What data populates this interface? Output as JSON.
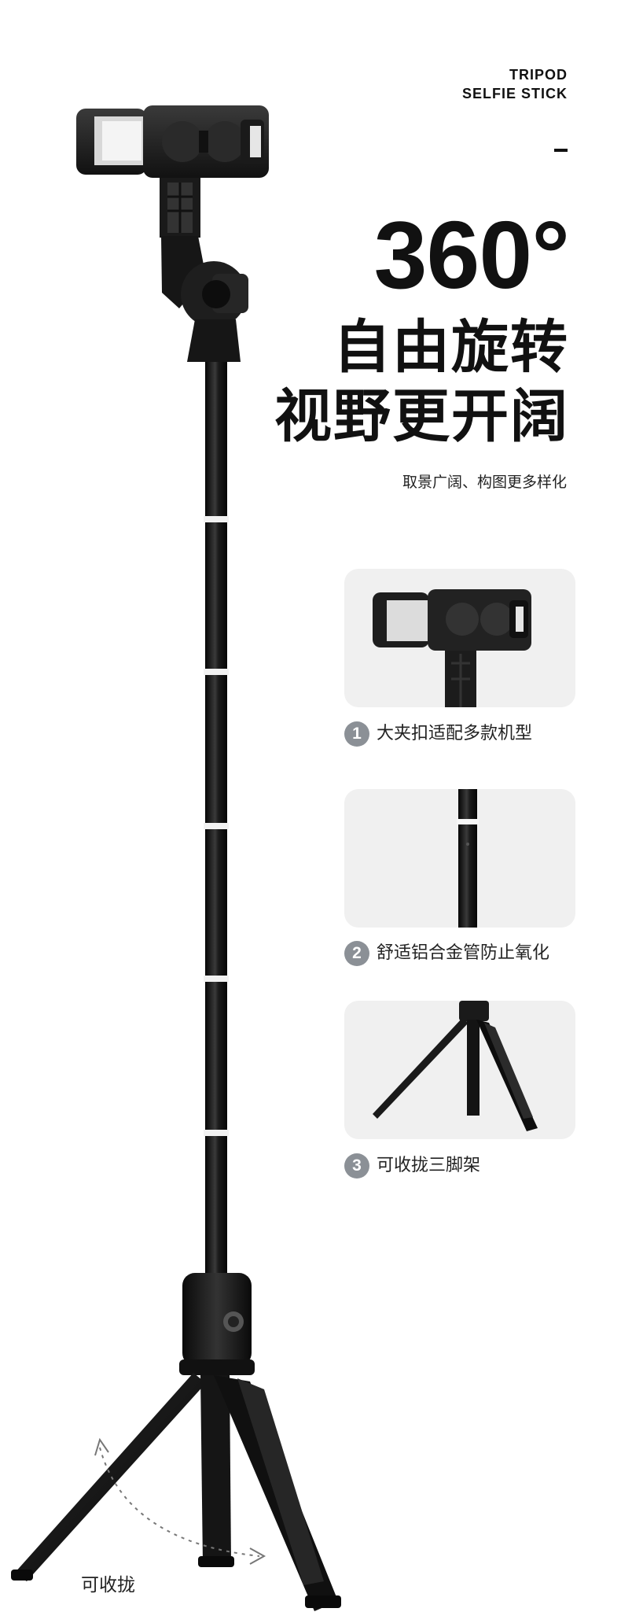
{
  "header": {
    "eyebrow_line1": "TRIPOD",
    "eyebrow_line2": "SELFIE STICK",
    "big_number": "360°",
    "headline_line1": "自由旋转",
    "headline_line2": "视野更开阔",
    "subtitle": "取景广阔、构图更多样化"
  },
  "features": [
    {
      "number": "1",
      "label": "大夹扣适配多款机型"
    },
    {
      "number": "2",
      "label": "舒适铝合金管防止氧化"
    },
    {
      "number": "3",
      "label": "可收拢三脚架"
    }
  ],
  "product_callout": "可收拢",
  "colors": {
    "ink": "#111111",
    "card_bg": "#f0f0f0",
    "badge": "#8b9096",
    "metal": "#1a1a1a"
  }
}
